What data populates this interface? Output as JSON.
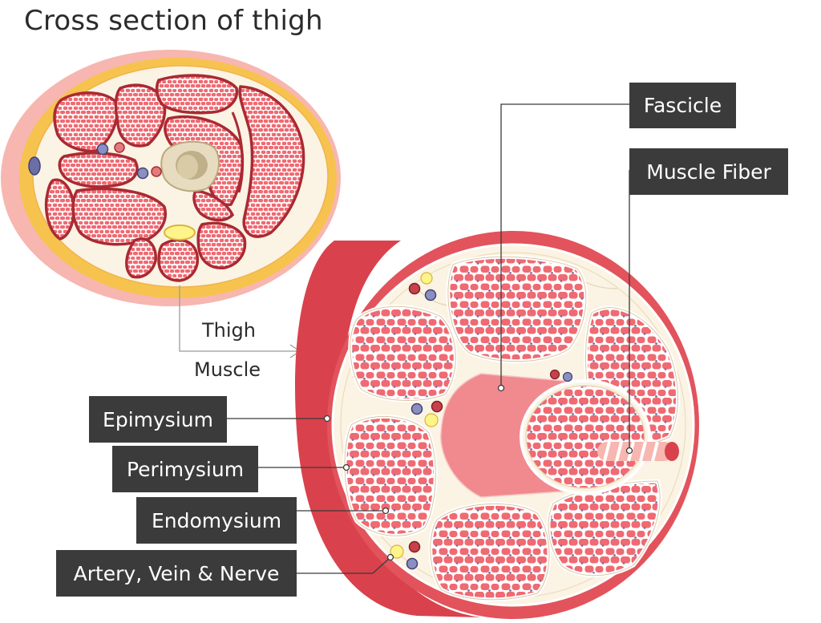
{
  "title": "Cross section of thigh",
  "arrow_caption": {
    "line1": "Thigh",
    "line2": "Muscle"
  },
  "labels": {
    "fascicle": "Fascicle",
    "muscle_fiber": "Muscle Fiber",
    "epimysium": "Epimysium",
    "perimysium": "Perimysium",
    "endomysium": "Endomysium",
    "vessels": "Artery, Vein & Nerve"
  },
  "colors": {
    "label_bg": "#3b3b3b",
    "label_text": "#ffffff",
    "muscle_red": "#ef6a72",
    "muscle_dark": "#b8323a",
    "connective_tissue": "#fbf3e3",
    "fat_yellow": "#f7c34f",
    "skin_pink": "#f7b6b0",
    "bone": "#e8dcc0",
    "vein_blue": "#6c6fa6",
    "nerve_yellow": "#fff48a"
  }
}
